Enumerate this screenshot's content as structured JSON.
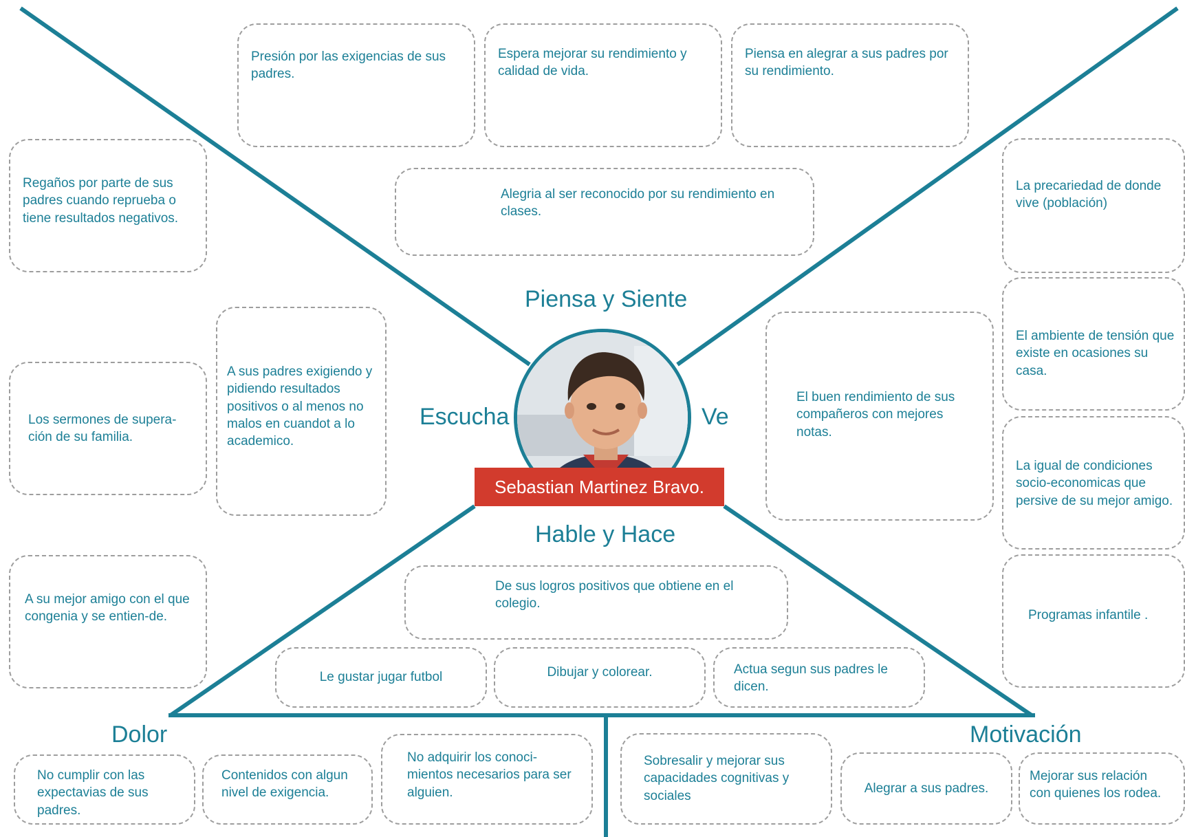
{
  "colors": {
    "accent": "#1c7f96",
    "banner": "#d23b2d",
    "box_border": "#9d9d9d"
  },
  "persona": {
    "name": "Sebastian Martinez Bravo.",
    "photo": "boy-portrait-photo"
  },
  "sections": {
    "piensa": "Piensa y Siente",
    "escucha": "Escucha",
    "ve": "Ve",
    "hable": "Hable y Hace",
    "dolor": "Dolor",
    "motivacion": "Motivación"
  },
  "piensa_notes": [
    "Presión por las exigencias de sus padres.",
    "Espera mejorar su rendimiento y calidad de vida.",
    "Piensa en alegrar a sus padres por su rendimiento.",
    "Alegria al ser reconocido por su rendimiento en clases."
  ],
  "escucha_notes": [
    "Regaños por parte de sus padres cuando reprueba o tiene resultados negativos.",
    "Los sermones de supera-ción de su familia.",
    "A sus padres exigiendo y pidiendo resultados positivos o al menos no malos en cuandot a lo academico.",
    "A su mejor amigo con el que congenia y se entien-de."
  ],
  "ve_notes": [
    "La precariedad de donde vive (población)",
    "El ambiente de tensión que existe en  ocasiones su casa.",
    "El buen rendimiento de  sus compañeros con mejores notas.",
    "La igual de condiciones socio-economicas que persive de su mejor amigo.",
    "Programas infantile ."
  ],
  "hace_notes": [
    "De sus logros positivos que obtiene en el colegio.",
    "Le gustar jugar futbol",
    "Dibujar y colorear.",
    "Actua segun sus padres le dicen."
  ],
  "dolor_notes": [
    "No cumplir con las expectavias de sus padres.",
    "Contenidos con algun nivel de exigencia.",
    "No adquirir los conoci-mientos necesarios para ser alguien."
  ],
  "motivacion_notes": [
    "Sobresalir y mejorar sus capacidades cognitivas y sociales",
    "Alegrar a sus padres.",
    "Mejorar sus relación con quienes los rodea."
  ]
}
